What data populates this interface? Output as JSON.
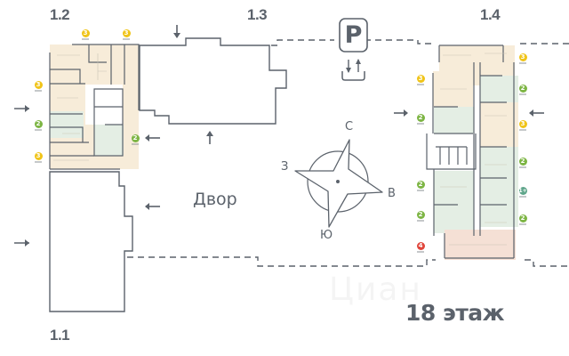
{
  "title": "Поэтажный план",
  "floor_label": "18 этаж",
  "yard_label": "Двор",
  "watermark": "Циан",
  "buildings": [
    {
      "id": "1.1",
      "label": "1.1",
      "state": "outline"
    },
    {
      "id": "1.2",
      "label": "1.2",
      "state": "apartments"
    },
    {
      "id": "1.3",
      "label": "1.3",
      "state": "outline"
    },
    {
      "id": "1.4",
      "label": "1.4",
      "state": "apartments"
    }
  ],
  "parking": {
    "letter": "P",
    "icon": "parking-entrance-exit-icon"
  },
  "compass": {
    "north": "С",
    "south": "Ю",
    "east": "В",
    "west": "З"
  },
  "colors": {
    "outline": "#5b626b",
    "badge_yellow": "#f0c419",
    "badge_green": "#7db544",
    "badge_teal": "#5ea58a",
    "badge_red": "#e0463c",
    "fill_beige": "#f7ecd9",
    "fill_green": "#e4eee4",
    "fill_salmon": "#f5e0d5"
  },
  "apartments": {
    "building_1_2": [
      {
        "rooms": "3",
        "color": "yellow"
      },
      {
        "rooms": "3",
        "color": "yellow"
      },
      {
        "rooms": "3",
        "color": "yellow"
      },
      {
        "rooms": "2",
        "color": "green"
      },
      {
        "rooms": "3",
        "color": "yellow"
      },
      {
        "rooms": "2",
        "color": "green"
      }
    ],
    "building_1_4_left": [
      {
        "rooms": "3",
        "color": "yellow"
      },
      {
        "rooms": "2",
        "color": "green"
      },
      {
        "rooms": "2",
        "color": "green"
      },
      {
        "rooms": "2",
        "color": "green"
      },
      {
        "rooms": "4",
        "color": "red"
      }
    ],
    "building_1_4_right": [
      {
        "rooms": "3",
        "color": "yellow"
      },
      {
        "rooms": "2",
        "color": "green"
      },
      {
        "rooms": "3",
        "color": "yellow"
      },
      {
        "rooms": "2",
        "color": "green"
      },
      {
        "rooms": "1+",
        "color": "teal"
      },
      {
        "rooms": "2",
        "color": "green"
      }
    ]
  }
}
